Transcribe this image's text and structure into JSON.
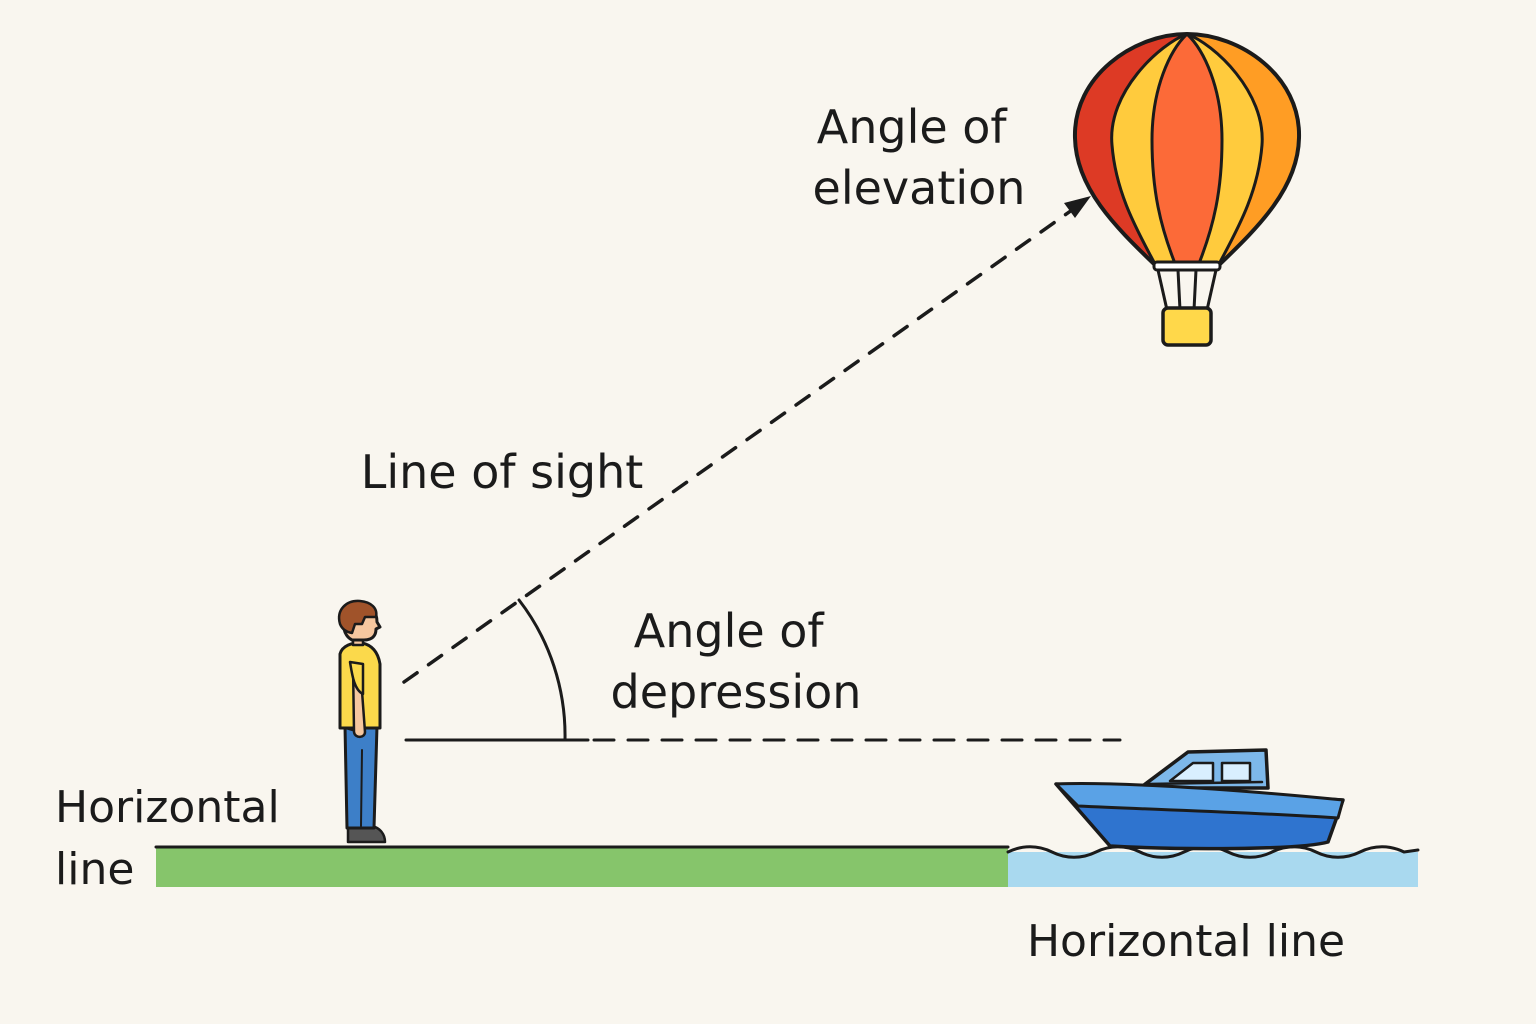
{
  "labels": {
    "angle_of_elevation": [
      "Angle of",
      "elevation"
    ],
    "line_of_sight": "Line of sight",
    "angle_of_depression": [
      "Angle of",
      "depression"
    ],
    "horizontal_line_left": [
      "Horizontal",
      "line"
    ],
    "horizontal_line_right": "Horizontal line"
  },
  "icons": {
    "person": "person-icon",
    "balloon": "hot-air-balloon-icon",
    "boat": "boat-icon"
  },
  "colors": {
    "background": "#f9f6ef",
    "ink": "#1b1b1b",
    "ground": "#86c56b",
    "water": "#a9d9ef",
    "boat_hull": "#2f74cf",
    "boat_cabin": "#7db8ea",
    "balloon_red": "#dd3a25",
    "balloon_orange": "#fc6a38",
    "balloon_yellow": "#ffcb3d",
    "balloon_amber": "#ff9d24",
    "shirt": "#fbd94b",
    "pants": "#3d7fc8",
    "hair": "#a0532a",
    "skin": "#f6c79f"
  }
}
